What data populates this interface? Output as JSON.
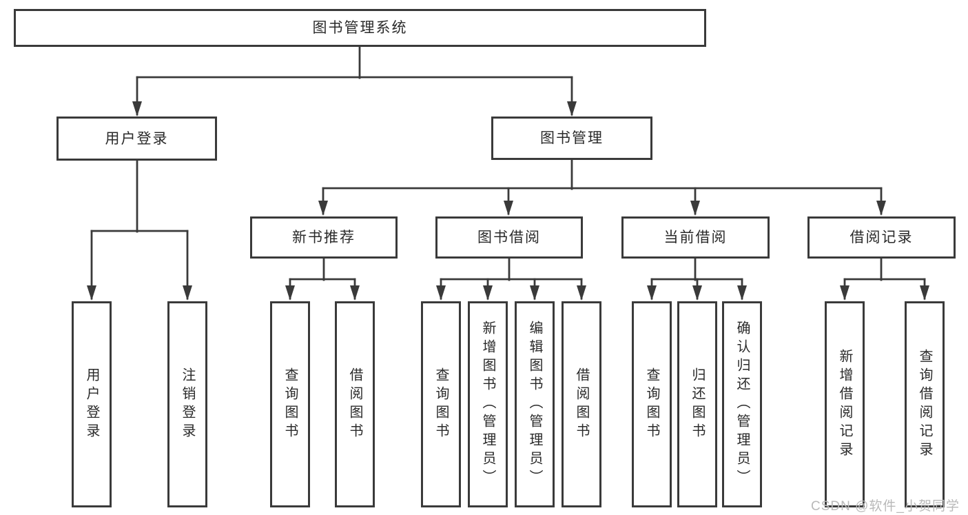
{
  "diagram": {
    "root": {
      "label": "图书管理系统"
    },
    "branches": [
      {
        "label": "用户登录",
        "children": [
          {
            "label": "用户登录"
          },
          {
            "label": "注销登录"
          }
        ]
      },
      {
        "label": "图书管理",
        "children": [
          {
            "label": "新书推荐",
            "children": [
              {
                "label": "查询图书"
              },
              {
                "label": "借阅图书"
              }
            ]
          },
          {
            "label": "图书借阅",
            "children": [
              {
                "label": "查询图书"
              },
              {
                "label": "新增图书（管理员）"
              },
              {
                "label": "编辑图书（管理员）"
              },
              {
                "label": "借阅图书"
              }
            ]
          },
          {
            "label": "当前借阅",
            "children": [
              {
                "label": "查询图书"
              },
              {
                "label": "归还图书"
              },
              {
                "label": "确认归还（管理员）"
              }
            ]
          },
          {
            "label": "借阅记录",
            "children": [
              {
                "label": "新增借阅记录"
              },
              {
                "label": "查询借阅记录"
              }
            ]
          }
        ]
      }
    ],
    "watermark": "CSDN @软件_小贺同学",
    "colors": {
      "line": "#3a3a3a",
      "box_border": "#3a3a3a",
      "text": "#2a2a2a",
      "watermark": "#b9b9b9",
      "background": "#ffffff"
    }
  }
}
